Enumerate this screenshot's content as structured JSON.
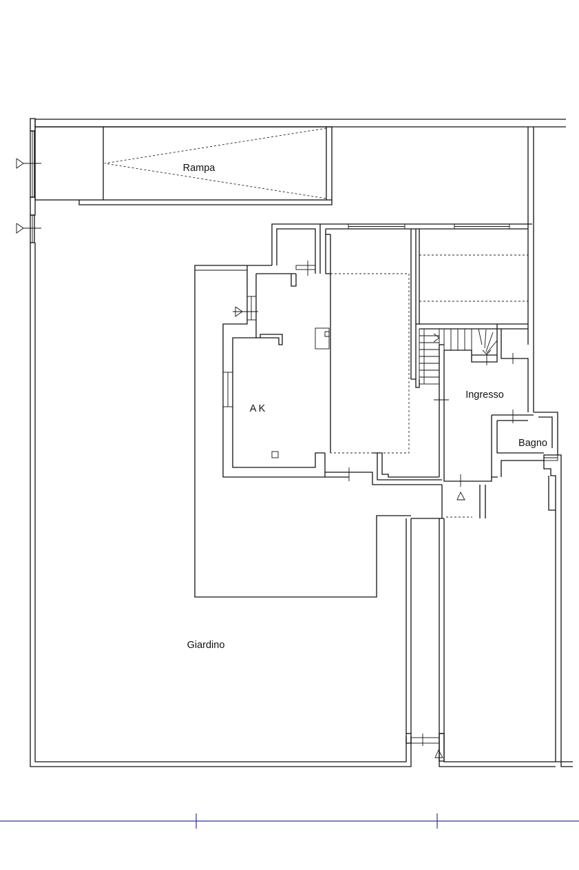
{
  "plan": {
    "rooms": {
      "rampa": "Rampa",
      "ak": "A K",
      "ingresso": "Ingresso",
      "bagno": "Bagno",
      "giardino": "Giardino"
    },
    "colors": {
      "walls": "#111111",
      "axis_line": "#30309a",
      "background": "#ffffff"
    }
  }
}
